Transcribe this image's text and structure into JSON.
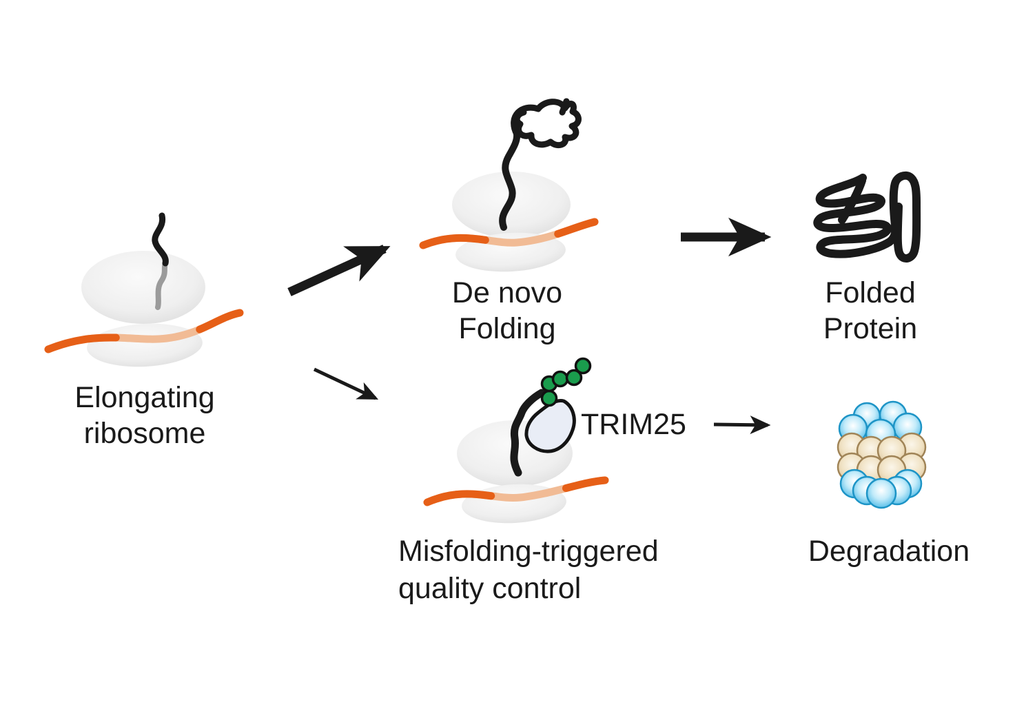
{
  "figure": {
    "type": "pathway-diagram",
    "background": "#FFFFFF",
    "labels": {
      "elongating": {
        "line1": "Elongating",
        "line2": "ribosome"
      },
      "de_novo": {
        "line1": "De novo",
        "line2": "Folding"
      },
      "folded_protein": {
        "line1": "Folded",
        "line2": "Protein"
      },
      "trim25": "TRIM25",
      "misfolding_qc": {
        "line1": "Misfolding-triggered",
        "line2": "quality control"
      },
      "degradation": "Degradation"
    },
    "colors": {
      "ink": "#1a1a1a",
      "mrna": "#E65F17",
      "mrna_faded": "#F1BB95",
      "ribosome_gray": "#E9E9E9",
      "nascent_gray": "#9B9B9B",
      "ubiquitin_green": "#1A9C4D",
      "trim25_fill": "#E9EDF6",
      "proteasome_blue": "#45BBE8",
      "proteasome_blue_edge": "#1D94C6",
      "proteasome_tan": "#EDDCBB",
      "proteasome_tan_edge": "#A08457"
    },
    "elements": {
      "ribosome_count": 3,
      "ubiquitin_count": 5,
      "arrows": [
        {
          "from": "elongating ribosome",
          "to": "de novo folding",
          "style": "thick-diagonal"
        },
        {
          "from": "de novo folding",
          "to": "folded protein",
          "style": "thick-horizontal"
        },
        {
          "from": "elongating ribosome",
          "to": "misfolding-triggered quality control",
          "style": "thin-diagonal"
        },
        {
          "from": "misfolding-triggered quality control",
          "to": "degradation",
          "style": "thin-horizontal"
        }
      ]
    }
  }
}
